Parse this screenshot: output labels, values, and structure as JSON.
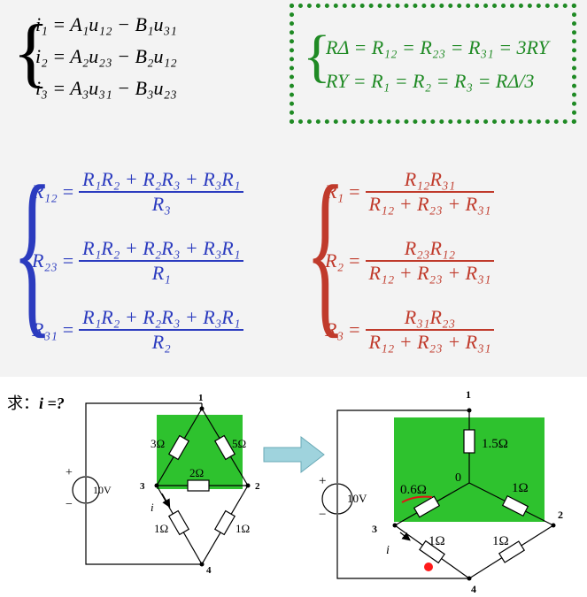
{
  "top_equations": {
    "i1": "i₁ = A₁u₁₂ − B₁u₃₁",
    "i2": "i₂ = A₂u₂₃ − B₂u₁₂",
    "i3": "i₃ = A₃u₃₁ − B₃u₂₃"
  },
  "balanced": {
    "delta": "RΔ = R₁₂ = R₂₃ = R₃₁ = 3RY",
    "wye": "RY = R₁ = R₂ = R₃ = RΔ/3"
  },
  "wye_to_delta": [
    {
      "lhs": "R₁₂",
      "num": "R₁R₂ + R₂R₃ + R₃R₁",
      "den": "R₃"
    },
    {
      "lhs": "R₂₃",
      "num": "R₁R₂ + R₂R₃ + R₃R₁",
      "den": "R₁"
    },
    {
      "lhs": "R₃₁",
      "num": "R₁R₂ + R₂R₃ + R₃R₁",
      "den": "R₂"
    }
  ],
  "delta_to_wye": [
    {
      "lhs": "R₁",
      "num": "R₁₂R₃₁",
      "den": "R₁₂ + R₂₃ + R₃₁"
    },
    {
      "lhs": "R₂",
      "num": "R₂₃R₁₂",
      "den": "R₁₂ + R₂₃ + R₃₁"
    },
    {
      "lhs": "R₃",
      "num": "R₃₁R₂₃",
      "den": "R₁₂ + R₂₃ + R₃₁"
    }
  ],
  "problem": {
    "prefix": "求：",
    "question": "i =?"
  },
  "circuit_left": {
    "source": "10V",
    "plus": "+",
    "minus": "−",
    "r13": "3Ω",
    "r12": "5Ω",
    "r32": "2Ω",
    "r34": "1Ω",
    "r24": "1Ω",
    "n1": "1",
    "n2": "2",
    "n3": "3",
    "n4": "4",
    "current": "i"
  },
  "circuit_right": {
    "source": "10V",
    "plus": "+",
    "minus": "−",
    "r10": "1.5Ω",
    "r30": "0.6Ω",
    "r20": "1Ω",
    "r34": "1Ω",
    "r24": "1Ω",
    "n0": "0",
    "n1": "1",
    "n2": "2",
    "n3": "3",
    "n4": "4",
    "current": "i"
  },
  "colors": {
    "green_fill": "#2ec22e",
    "blue": "#2b3bbf",
    "red": "#c03a2b",
    "green_text": "#1f8a24",
    "arrow": "#9fd3dd"
  }
}
